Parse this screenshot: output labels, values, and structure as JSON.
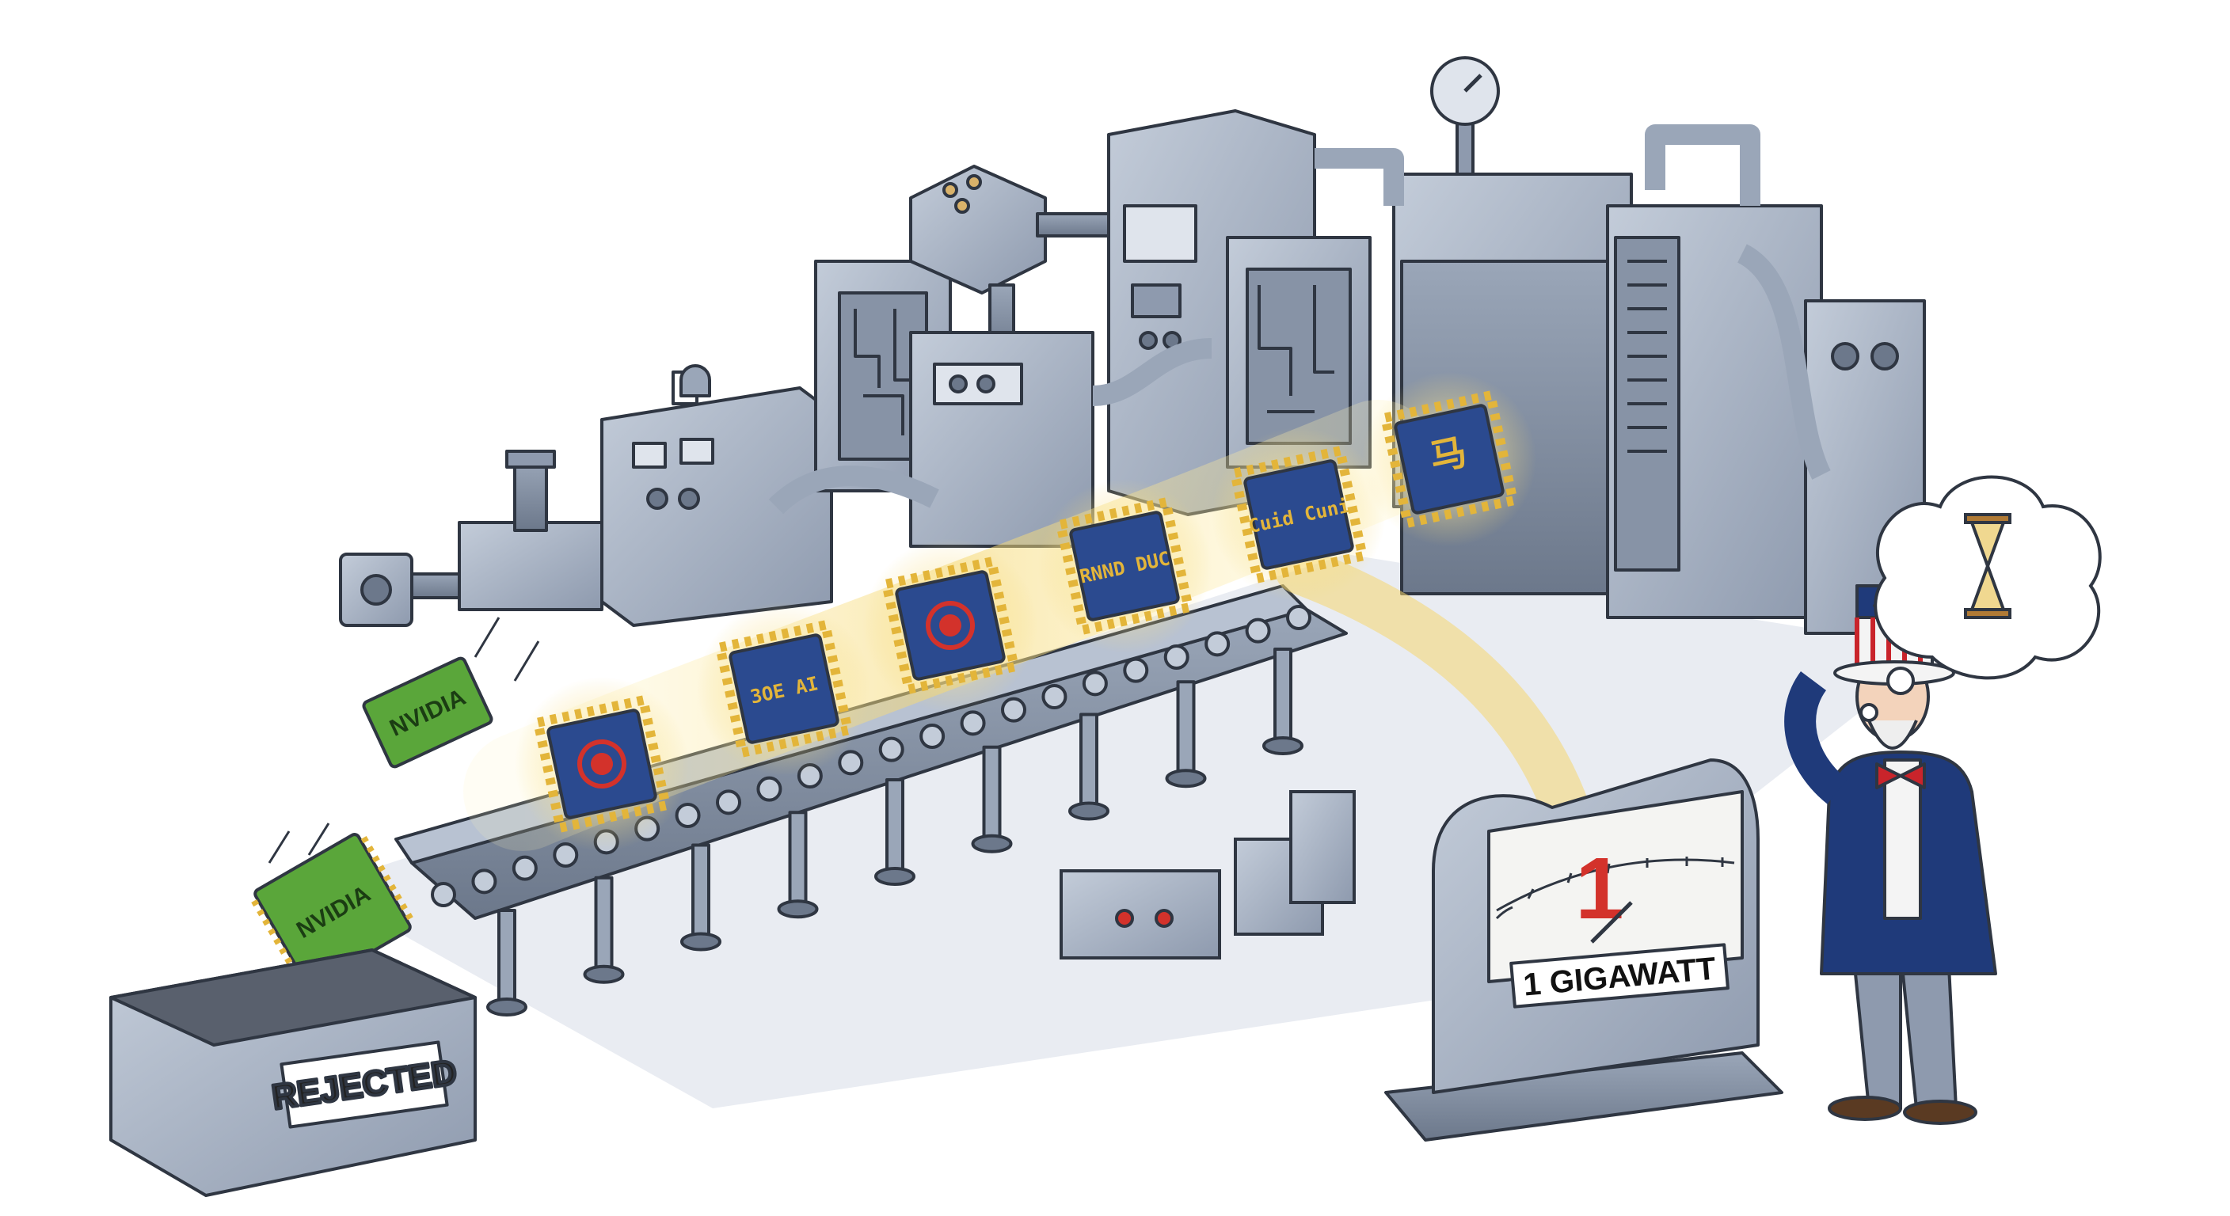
{
  "labels": {
    "rejected_bin": "REJECTED",
    "gauge_number": "1",
    "gauge_caption": "1 GIGAWATT",
    "rejected_chip_brand": "NVIDIA",
    "chip_marks": [
      "",
      "3OE AI",
      "",
      "RNND DUC",
      "Cuid Cuni",
      "马"
    ]
  },
  "colors": {
    "machine_gray": "#9aa6b8",
    "machine_dark": "#6c788b",
    "chip_blue": "#2b4a8f",
    "chip_pins": "#e3b53a",
    "nvidia_green": "#5aa63a",
    "gauge_red": "#d3322b",
    "glow_yellow": "#f5d770",
    "uncle_sam_blue": "#1f3a7a",
    "bowtie_red": "#c9242b"
  },
  "icons": {
    "thought_bubble": "hourglass-icon",
    "gauge_dial": "power-meter-icon",
    "hat": "star-hat-icon"
  }
}
